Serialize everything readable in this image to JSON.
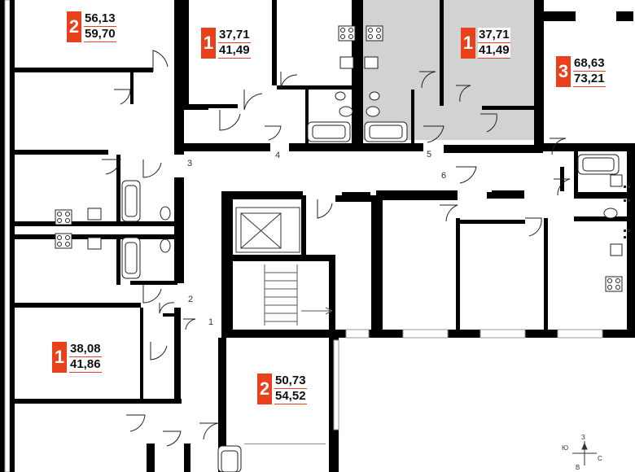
{
  "apartments": [
    {
      "rooms": "2",
      "area_total": "56,13",
      "area_with_balcony": "59,70"
    },
    {
      "rooms": "1",
      "area_total": "37,71",
      "area_with_balcony": "41,49"
    },
    {
      "rooms": "1",
      "area_total": "37,71",
      "area_with_balcony": "41,49"
    },
    {
      "rooms": "3",
      "area_total": "68,63",
      "area_with_balcony": "73,21"
    },
    {
      "rooms": "1",
      "area_total": "38,08",
      "area_with_balcony": "41,86"
    },
    {
      "rooms": "2",
      "area_total": "50,73",
      "area_with_balcony": "54,52"
    }
  ],
  "door_numbers": [
    "1",
    "2",
    "3",
    "4",
    "5",
    "6"
  ],
  "compass": {
    "north": "З",
    "west": "Ю",
    "east": "С",
    "south": "В"
  },
  "colors": {
    "accent": "#e8411b",
    "wall": "#000000",
    "selected_fill": "#d2d2d2"
  }
}
